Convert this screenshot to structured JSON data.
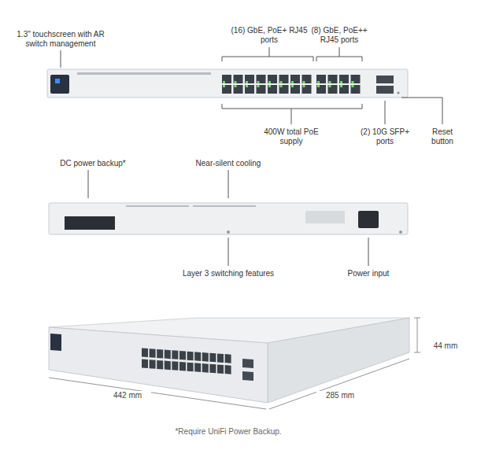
{
  "diagram": {
    "labels": [
      "1.3\" touchscreen with AR switch management",
      "(16) GbE, PoE+ RJ45 ports",
      "(8) GbE, PoE++ RJ45 ports",
      "400W total PoE supply",
      "(2) 10G SFP+ ports",
      "Reset button",
      "DC power backup*",
      "Near-silent cooling",
      "Layer 3 switching features",
      "Power input",
      "442 mm",
      "285 mm",
      "44 mm",
      "*Require UniFi Power Backup."
    ]
  }
}
